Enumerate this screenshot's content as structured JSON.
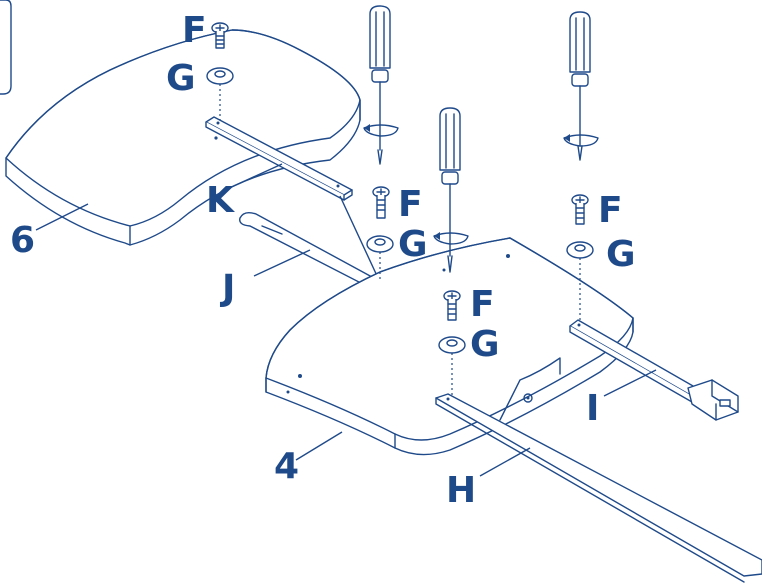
{
  "labels": {
    "part_6": "6",
    "part_4": "4",
    "part_F1": "F",
    "part_G1": "G",
    "part_K": "K",
    "part_J": "J",
    "part_F2": "F",
    "part_G2": "G",
    "part_F3": "F",
    "part_G3": "G",
    "part_F4": "F",
    "part_G4": "G",
    "part_H": "H",
    "part_I": "I"
  },
  "colors": {
    "ink": "#1f4a8a",
    "paper": "#ffffff"
  },
  "icons": [
    "screwdriver-icon",
    "screw-icon",
    "washer-icon"
  ]
}
